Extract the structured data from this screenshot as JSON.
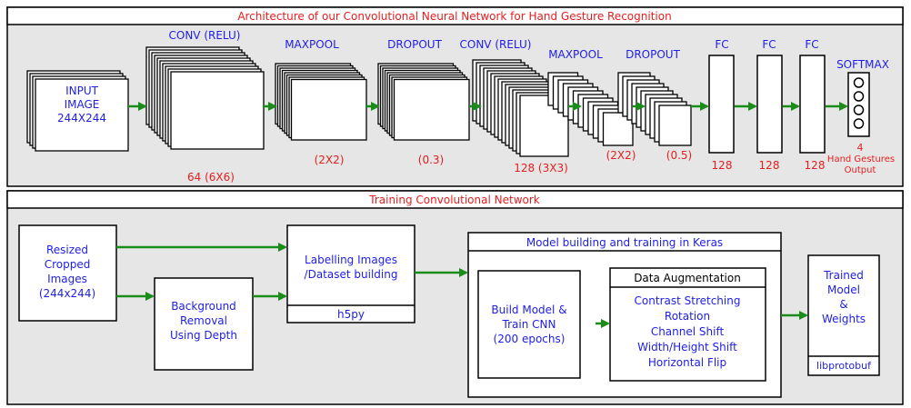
{
  "colors": {
    "panel_bg": "#e6e6e6",
    "border": "#000000",
    "label_blue": "#1e1ee6",
    "label_red": "#e61e1e",
    "arrow_green": "#1a8c1a"
  },
  "architecture": {
    "title": "Architecture of our Convolutional Neural Network for Hand Gesture Recognition",
    "input": {
      "line1": "INPUT",
      "line2": "IMAGE",
      "line3": "244X244"
    },
    "conv1": {
      "label": "CONV (RELU)",
      "param": "64 (6X6)"
    },
    "maxpool1": {
      "label": "MAXPOOL",
      "param": "(2X2)"
    },
    "dropout1": {
      "label": "DROPOUT",
      "param": "(0.3)"
    },
    "conv2": {
      "label": "CONV (RELU)",
      "param": "128 (3X3)"
    },
    "maxpool2": {
      "label": "MAXPOOL",
      "param": "(2X2)"
    },
    "dropout2": {
      "label": "DROPOUT",
      "param": "(0.5)"
    },
    "fc": [
      {
        "label": "FC",
        "param": "128"
      },
      {
        "label": "FC",
        "param": "128"
      },
      {
        "label": "FC",
        "param": "128"
      }
    ],
    "softmax": {
      "label": "SOFTMAX",
      "count": "4",
      "desc1": "Hand Gestures",
      "desc2": "Output"
    }
  },
  "training": {
    "title": "Training Convolutional Network",
    "resized": {
      "line1": "Resized",
      "line2": "Cropped",
      "line3": "Images",
      "line4": "(244x244)"
    },
    "background": {
      "line1": "Background",
      "line2": "Removal",
      "line3": "Using Depth"
    },
    "labelling": {
      "line1": "Labelling Images",
      "line2": "/Dataset building",
      "footer": "h5py"
    },
    "model_section": {
      "title": "Model building and training in Keras"
    },
    "build": {
      "line1": "Build Model &",
      "line2": "Train CNN",
      "line3": "(200 epochs)"
    },
    "augmentation": {
      "title": "Data Augmentation",
      "items": [
        "Contrast Stretching",
        "Rotation",
        "Channel Shift",
        "Width/Height Shift",
        "Horizontal Flip"
      ]
    },
    "trained": {
      "line1": "Trained",
      "line2": "Model",
      "line3": "&",
      "line4": "Weights",
      "footer": "libprotobuf"
    }
  }
}
